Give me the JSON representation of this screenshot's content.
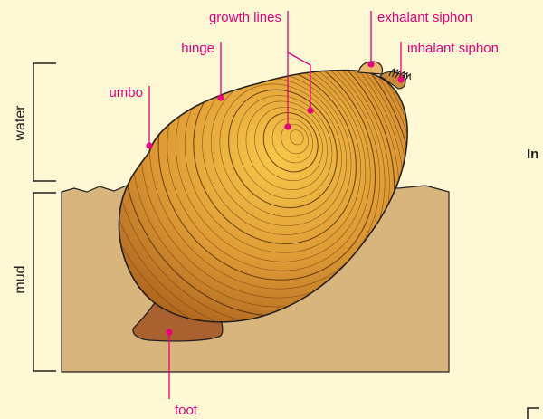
{
  "labels": {
    "growth_lines": "growth lines",
    "exhalant_siphon": "exhalant siphon",
    "inhalant_siphon": "inhalant siphon",
    "hinge": "hinge",
    "umbo": "umbo",
    "foot": "foot"
  },
  "zones": {
    "water": "water",
    "mud": "mud"
  },
  "cut_off_text": "In",
  "colors": {
    "background": "#FFF8D5",
    "label": "#E6007E",
    "mud": "#D8B57C",
    "shell": "#D68E2B",
    "shell_highlight": "#F8C84A",
    "shell_outline": "#3A1F06",
    "foot": "#A9622F",
    "bracket": "#231F20"
  }
}
